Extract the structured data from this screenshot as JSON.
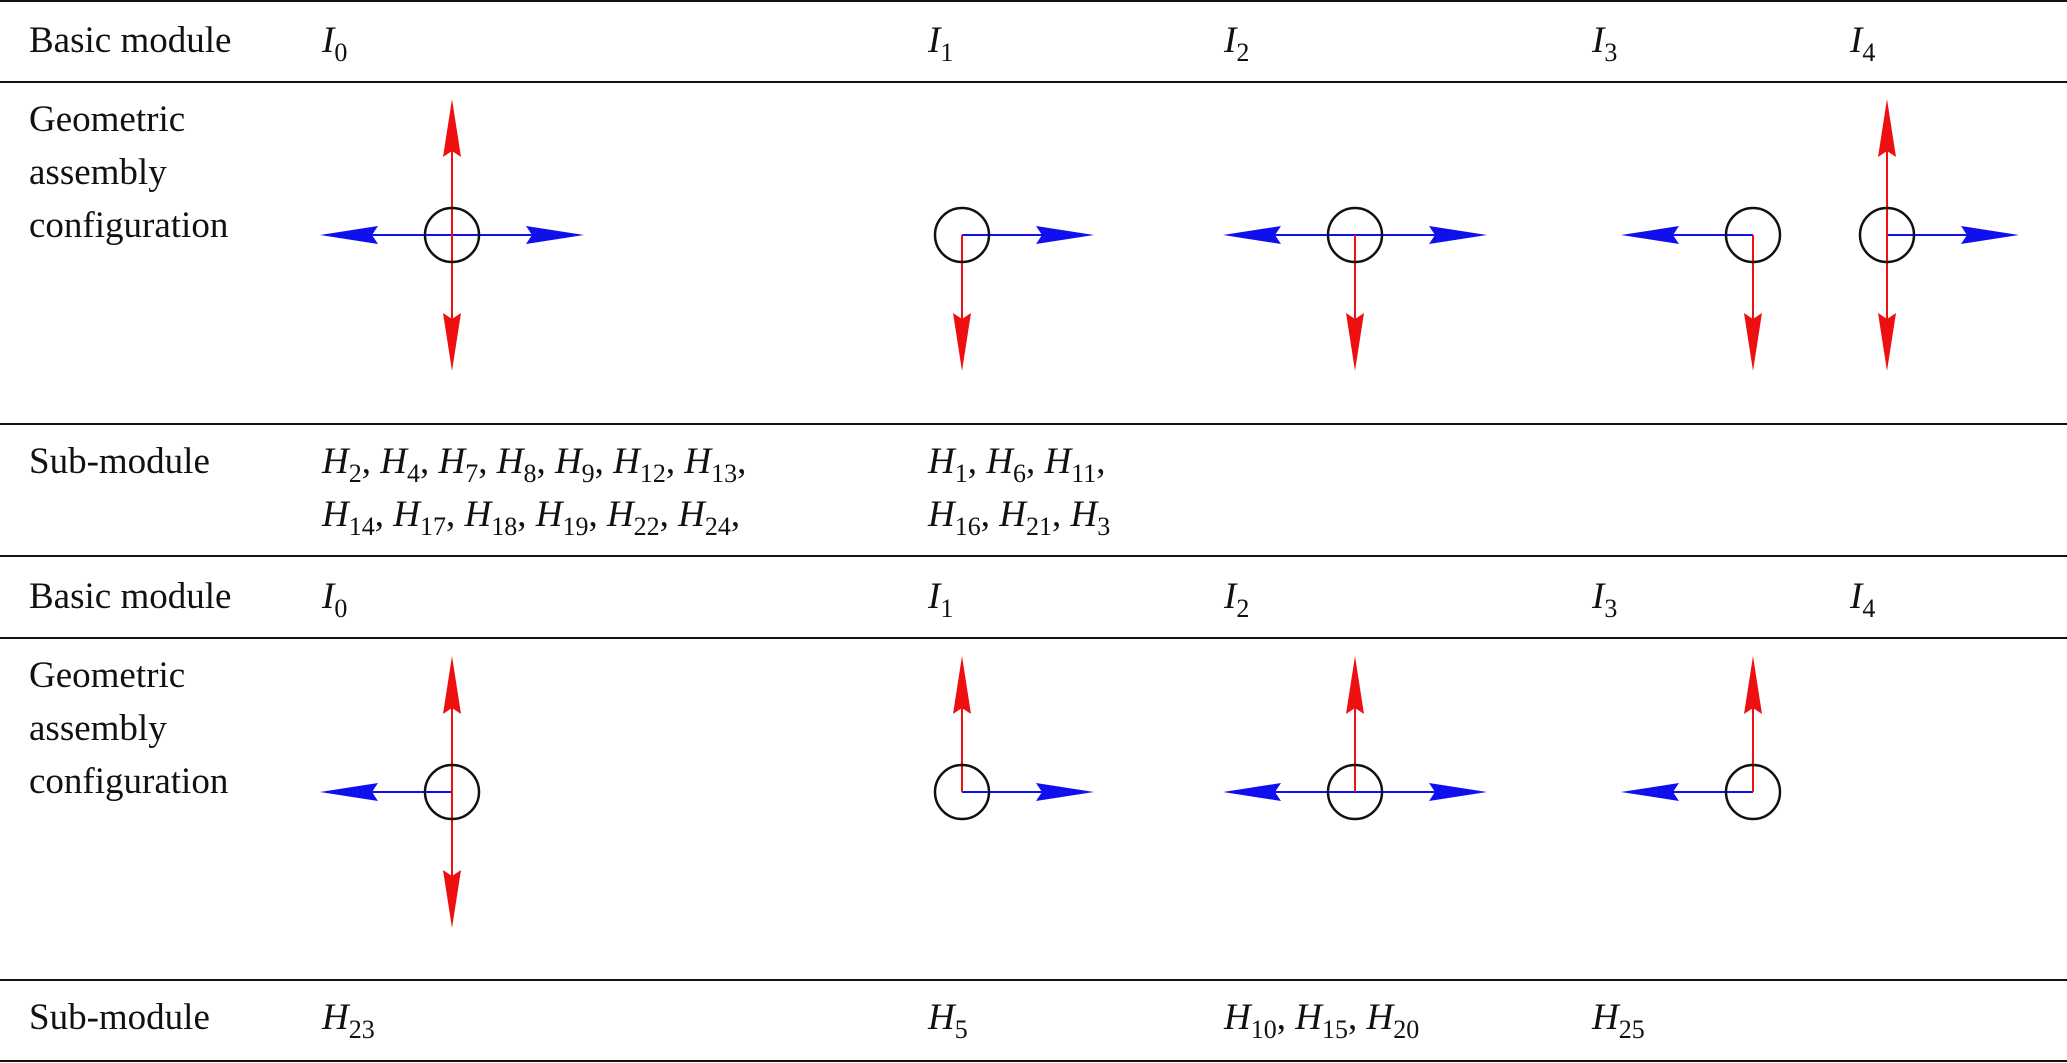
{
  "row_labels": {
    "basic_module": "Basic module",
    "geometric": [
      "Geometric",
      "assembly",
      "configuration"
    ],
    "sub_module": "Sub-module"
  },
  "groups": [
    {
      "modules": [
        {
          "sym": "I",
          "sub": "0"
        },
        {
          "sym": "I",
          "sub": "1"
        },
        {
          "sym": "I",
          "sub": "2"
        },
        {
          "sym": "I",
          "sub": "3"
        },
        {
          "sym": "I",
          "sub": "4"
        }
      ],
      "submodules": [
        {
          "lines": [
            [
              {
                "sym": "H",
                "sub": "2"
              },
              {
                "sym": "H",
                "sub": "4"
              },
              {
                "sym": "H",
                "sub": "7"
              },
              {
                "sym": "H",
                "sub": "8"
              },
              {
                "sym": "H",
                "sub": "9"
              },
              {
                "sym": "H",
                "sub": "12"
              },
              {
                "sym": "H",
                "sub": "13"
              }
            ],
            [
              {
                "sym": "H",
                "sub": "14"
              },
              {
                "sym": "H",
                "sub": "17"
              },
              {
                "sym": "H",
                "sub": "18"
              },
              {
                "sym": "H",
                "sub": "19"
              },
              {
                "sym": "H",
                "sub": "22"
              },
              {
                "sym": "H",
                "sub": "24"
              }
            ]
          ],
          "trailing_comma": true
        },
        {
          "lines": [
            [
              {
                "sym": "H",
                "sub": "1"
              },
              {
                "sym": "H",
                "sub": "6"
              },
              {
                "sym": "H",
                "sub": "11"
              }
            ],
            [
              {
                "sym": "H",
                "sub": "16"
              },
              {
                "sym": "H",
                "sub": "21"
              },
              {
                "sym": "H",
                "sub": "3"
              }
            ]
          ],
          "trailing_comma": false
        },
        {
          "lines": [],
          "trailing_comma": false
        },
        {
          "lines": [],
          "trailing_comma": false
        },
        {
          "lines": [],
          "trailing_comma": false
        }
      ],
      "configurations": [
        {
          "arrows": [
            "left",
            "right",
            "up",
            "down"
          ],
          "circle": "center"
        },
        {
          "arrows": [
            "right",
            "down"
          ],
          "circle": "center"
        },
        {
          "arrows": [
            "left",
            "right",
            "down"
          ],
          "circle": "center"
        },
        {
          "arrows": [
            "left",
            "down"
          ],
          "circle": "center"
        },
        {
          "arrows": [
            "right",
            "up",
            "down"
          ],
          "circle": "center"
        }
      ]
    },
    {
      "modules": [
        {
          "sym": "I",
          "sub": "0"
        },
        {
          "sym": "I",
          "sub": "1"
        },
        {
          "sym": "I",
          "sub": "2"
        },
        {
          "sym": "I",
          "sub": "3"
        },
        {
          "sym": "I",
          "sub": "4"
        }
      ],
      "submodules": [
        {
          "lines": [
            [
              {
                "sym": "H",
                "sub": "23"
              }
            ]
          ],
          "trailing_comma": false
        },
        {
          "lines": [
            [
              {
                "sym": "H",
                "sub": "5"
              }
            ]
          ],
          "trailing_comma": false
        },
        {
          "lines": [
            [
              {
                "sym": "H",
                "sub": "10"
              },
              {
                "sym": "H",
                "sub": "15"
              },
              {
                "sym": "H",
                "sub": "20"
              }
            ]
          ],
          "trailing_comma": false
        },
        {
          "lines": [
            [
              {
                "sym": "H",
                "sub": "25"
              }
            ]
          ],
          "trailing_comma": false
        },
        {
          "lines": [],
          "trailing_comma": false
        }
      ],
      "configurations": [
        {
          "arrows": [
            "left",
            "up",
            "down"
          ],
          "circle": "center"
        },
        {
          "arrows": [
            "right",
            "up"
          ],
          "circle": "center"
        },
        {
          "arrows": [
            "left",
            "right",
            "up"
          ],
          "circle": "center"
        },
        {
          "arrows": [
            "left",
            "up"
          ],
          "circle": "center"
        },
        {
          "arrows": [],
          "circle": "none"
        }
      ]
    }
  ],
  "colors": {
    "horizontal_arrow": "#1010ee",
    "vertical_arrow": "#ee1010",
    "circle": "#111111",
    "rule": "#111111"
  }
}
